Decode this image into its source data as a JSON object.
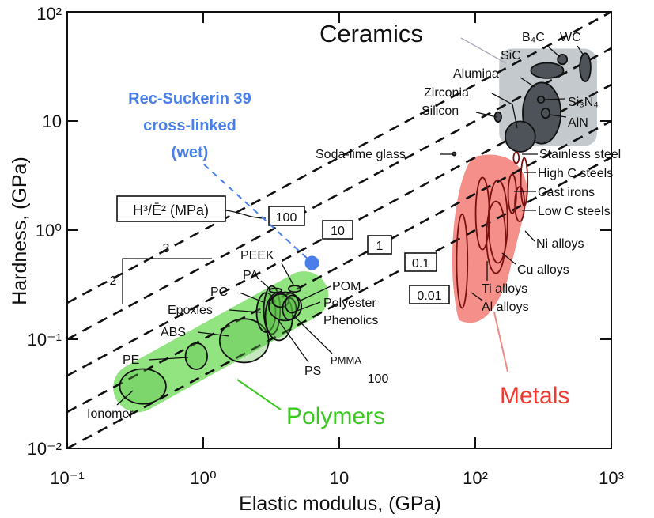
{
  "chart_data": {
    "type": "scatter",
    "title": "",
    "xlabel": "Elastic modulus, (GPa)",
    "ylabel": "Hardness, (GPa)",
    "xscale": "log",
    "yscale": "log",
    "xlim": [
      0.1,
      1000
    ],
    "ylim": [
      0.01,
      100
    ],
    "xticks": [
      "10⁻¹",
      "10⁰",
      "10",
      "10²",
      "10³"
    ],
    "yticks": [
      "10⁻²",
      "10⁻¹",
      "10⁰",
      "10",
      "10²"
    ],
    "xtick_values": [
      0.1,
      1,
      10,
      100,
      1000
    ],
    "ytick_values": [
      0.01,
      0.1,
      1,
      10,
      100
    ],
    "grid": false,
    "guide_lines": {
      "label": "H³/Ē² (MPa)",
      "values": [
        100,
        10,
        1,
        0.1,
        0.01
      ],
      "value_labels": [
        "100",
        "10",
        "1",
        "0.1",
        "0.01"
      ],
      "extra_label": "100",
      "slope_rise": "3",
      "slope_run": "2"
    },
    "families": [
      {
        "name": "Polymers",
        "color": "#7ee06a",
        "label_color": "#38c81e",
        "E": [
          0.33,
          5.5
        ],
        "H": [
          0.036,
          0.25
        ]
      },
      {
        "name": "Ceramics",
        "color": "#b8bfc4",
        "label_color": "#111111",
        "E": [
          150,
          785
        ],
        "H": [
          5.9,
          46
        ]
      },
      {
        "name": "Metals",
        "color": "#f27b74",
        "label_color": "#ee3b30",
        "E": [
          68,
          257
        ],
        "H": [
          0.15,
          5.0
        ]
      }
    ],
    "materials": [
      {
        "name": "Ionomer",
        "family": "Polymers",
        "E": 0.36,
        "H": 0.037,
        "dlogE": 0.17,
        "dlogH": 0.16
      },
      {
        "name": "PE",
        "family": "Polymers",
        "E": 0.89,
        "H": 0.07,
        "dlogE": 0.08,
        "dlogH": 0.12
      },
      {
        "name": "ABS",
        "family": "Polymers",
        "E": 2.0,
        "H": 0.097,
        "dlogE": 0.18,
        "dlogH": 0.2
      },
      {
        "name": "Epoxies",
        "family": "Polymers",
        "E": 2.9,
        "H": 0.176,
        "dlogE": 0.07,
        "dlogH": 0.18
      },
      {
        "name": "PC",
        "family": "Polymers",
        "E": 3.2,
        "H": 0.185,
        "dlogE": 0.06,
        "dlogH": 0.22
      },
      {
        "name": "PS",
        "family": "Polymers",
        "E": 3.6,
        "H": 0.162,
        "dlogE": 0.1,
        "dlogH": 0.22
      },
      {
        "name": "Phenolics",
        "family": "Polymers",
        "E": 4.0,
        "H": 0.2,
        "dlogE": 0.12,
        "dlogH": 0.13
      },
      {
        "name": "Polyester",
        "family": "Polymers",
        "E": 3.7,
        "H": 0.226,
        "dlogE": 0.06,
        "dlogH": 0.06
      },
      {
        "name": "PMMA",
        "family": "Polymers",
        "E": 4.3,
        "H": 0.19,
        "dlogE": 0.05,
        "dlogH": 0.1
      },
      {
        "name": "POM",
        "family": "Polymers",
        "E": 4.5,
        "H": 0.21,
        "dlogE": 0.05,
        "dlogH": 0.08
      },
      {
        "name": "PA",
        "family": "Polymers",
        "E": 3.4,
        "H": 0.28,
        "dlogE": 0.045,
        "dlogH": 0.02
      },
      {
        "name": "PEEK",
        "family": "Polymers",
        "E": 4.7,
        "H": 0.29,
        "dlogE": 0.045,
        "dlogH": 0.03
      },
      {
        "name": "B₄C",
        "family": "Ceramics",
        "E": 437,
        "H": 36.7,
        "dlogE": 0.035,
        "dlogH": 0.045
      },
      {
        "name": "SiC",
        "family": "Ceramics",
        "E": 338,
        "H": 29,
        "dlogE": 0.12,
        "dlogH": 0.07
      },
      {
        "name": "WC",
        "family": "Ceramics",
        "E": 643,
        "H": 31,
        "dlogE": 0.04,
        "dlogH": 0.13
      },
      {
        "name": "Alumina",
        "family": "Ceramics",
        "E": 308,
        "H": 11.8,
        "dlogE": 0.14,
        "dlogH": 0.28
      },
      {
        "name": "Zirconia",
        "family": "Ceramics",
        "E": 214,
        "H": 7.2,
        "dlogE": 0.11,
        "dlogH": 0.14
      },
      {
        "name": "Silicon",
        "family": "Ceramics",
        "E": 147,
        "H": 10.9,
        "dlogE": 0.025,
        "dlogH": 0.045
      },
      {
        "name": "Si₃N₄",
        "family": "Ceramics",
        "E": 304,
        "H": 15.7,
        "dlogE": 0.025,
        "dlogH": 0.03
      },
      {
        "name": "AlN",
        "family": "Ceramics",
        "E": 329,
        "H": 11.8,
        "dlogE": 0.03,
        "dlogH": 0.045
      },
      {
        "name": "Soda-lime glass",
        "family": "Ceramics",
        "E": 70,
        "H": 5.0,
        "dlogE": 0.012,
        "dlogH": 0.015
      },
      {
        "name": "Stainless steel",
        "family": "Metals",
        "E": 200,
        "H": 4.6,
        "dlogE": 0.02,
        "dlogH": 0.05
      },
      {
        "name": "High C steels",
        "family": "Metals",
        "E": 229,
        "H": 2.77,
        "dlogE": 0.025,
        "dlogH": 0.22
      },
      {
        "name": "Cast irons",
        "family": "Metals",
        "E": 187,
        "H": 2.15,
        "dlogE": 0.03,
        "dlogH": 0.18
      },
      {
        "name": "Low C steels",
        "family": "Metals",
        "E": 212,
        "H": 1.73,
        "dlogE": 0.035,
        "dlogH": 0.16
      },
      {
        "name": "Ni alloys",
        "family": "Metals",
        "E": 147,
        "H": 1.2,
        "dlogE": 0.07,
        "dlogH": 0.38
      },
      {
        "name": "Cu alloys",
        "family": "Metals",
        "E": 142,
        "H": 0.86,
        "dlogE": 0.07,
        "dlogH": 0.33
      },
      {
        "name": "Ti alloys",
        "family": "Metals",
        "E": 113,
        "H": 1.42,
        "dlogE": 0.05,
        "dlogH": 0.33
      },
      {
        "name": "Al alloys",
        "family": "Metals",
        "E": 80,
        "H": 0.52,
        "dlogE": 0.04,
        "dlogH": 0.43
      }
    ],
    "highlight": {
      "name_lines": [
        "Rec-Suckerin 39",
        "cross-linked",
        "(wet)"
      ],
      "E": 6.3,
      "H": 0.5,
      "color": "#4a7fe8"
    }
  }
}
